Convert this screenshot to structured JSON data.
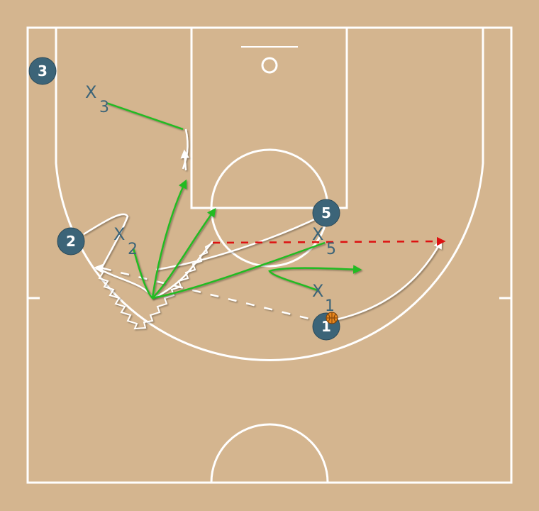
{
  "colors": {
    "court_background": "#d4b58f",
    "court_lines": "#ffffff",
    "offense_fill": "#3c6478",
    "defense_text": "#3c6478",
    "defense_path": "#22bb22",
    "pass_arrow": "#dd1111",
    "ball": "#e8861c"
  },
  "offense": [
    {
      "label": "1",
      "has_ball": true
    },
    {
      "label": "2"
    },
    {
      "label": "3"
    },
    {
      "label": "5"
    }
  ],
  "defense": [
    {
      "x_label": "X",
      "num": "1"
    },
    {
      "x_label": "X",
      "num": "2"
    },
    {
      "x_label": "X",
      "num": "3"
    },
    {
      "x_label": "X",
      "num": "5"
    }
  ],
  "icons": {
    "ball": "basketball-icon"
  }
}
